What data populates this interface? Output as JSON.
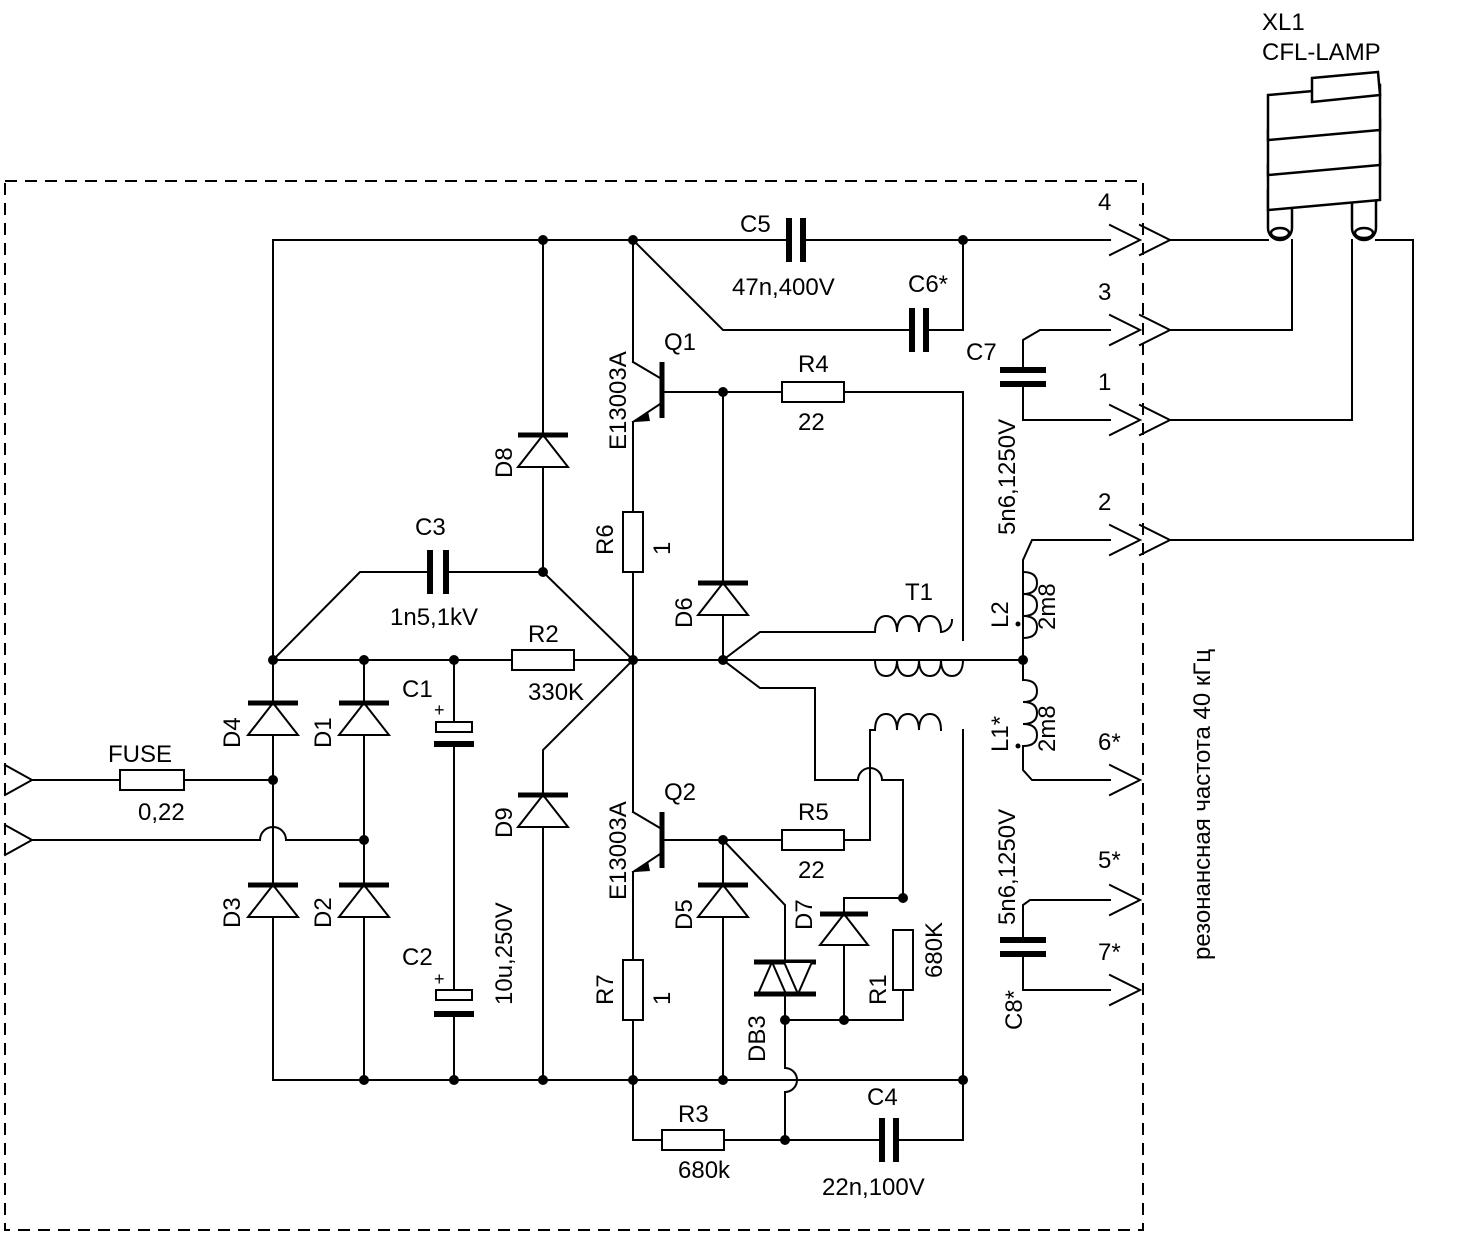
{
  "lamp": {
    "ref": "XL1",
    "name": "CFL-LAMP"
  },
  "components": {
    "fuse": {
      "ref": "FUSE",
      "value": "0,22"
    },
    "c1": {
      "ref": "C1"
    },
    "c2": {
      "ref": "C2",
      "value": "10u,250V"
    },
    "c3": {
      "ref": "C3",
      "value": "1n5,1kV"
    },
    "c4": {
      "ref": "C4",
      "value": "22n,100V"
    },
    "c5": {
      "ref": "C5",
      "value": "47n,400V"
    },
    "c6": {
      "ref": "C6*"
    },
    "c7": {
      "ref": "C7",
      "value": "5n6,1250V"
    },
    "c8": {
      "ref": "C8*",
      "value": "5n6,1250V"
    },
    "r1": {
      "ref": "R1",
      "value": "680K"
    },
    "r2": {
      "ref": "R2",
      "value": "330K"
    },
    "r3": {
      "ref": "R3",
      "value": "680k"
    },
    "r4": {
      "ref": "R4",
      "value": "22"
    },
    "r5": {
      "ref": "R5",
      "value": "22"
    },
    "r6": {
      "ref": "R6",
      "value": "1"
    },
    "r7": {
      "ref": "R7",
      "value": "1"
    },
    "q1": {
      "ref": "Q1",
      "type": "E13003A"
    },
    "q2": {
      "ref": "Q2",
      "type": "E13003A"
    },
    "d1": {
      "ref": "D1"
    },
    "d2": {
      "ref": "D2"
    },
    "d3": {
      "ref": "D3"
    },
    "d4": {
      "ref": "D4"
    },
    "d5": {
      "ref": "D5"
    },
    "d6": {
      "ref": "D6"
    },
    "d7": {
      "ref": "D7"
    },
    "d8": {
      "ref": "D8"
    },
    "d9": {
      "ref": "D9"
    },
    "db3": {
      "ref": "DB3"
    },
    "t1": {
      "ref": "T1"
    },
    "l1": {
      "ref": "L1*",
      "value": "2m8"
    },
    "l2": {
      "ref": "L2",
      "value": "2m8"
    }
  },
  "terminals": [
    "4",
    "3",
    "1",
    "2",
    "6*",
    "5*",
    "7*"
  ],
  "note": "резонансная частота 40 кГц"
}
